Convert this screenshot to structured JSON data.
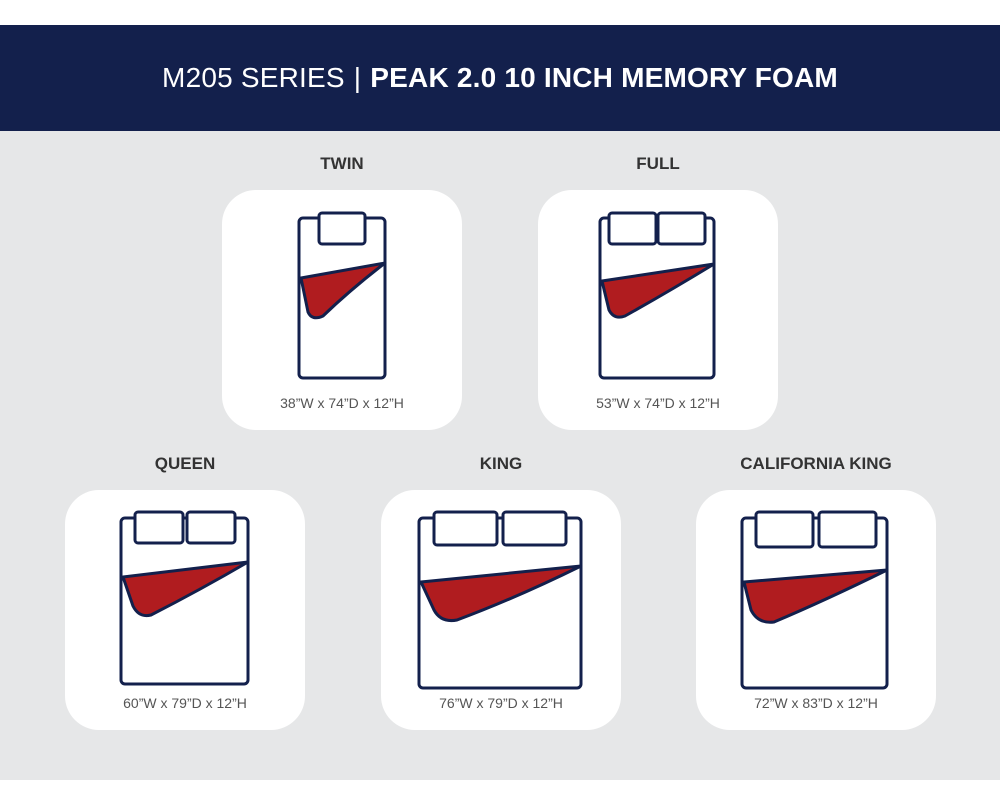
{
  "header": {
    "series": "M205 SERIES",
    "separator": "|",
    "model": "PEAK 2.0 10 INCH MEMORY FOAM"
  },
  "colors": {
    "banner": "#13204c",
    "outline": "#13204c",
    "blanket": "#b01c1f",
    "panel": "#e6e7e8"
  },
  "sizes": [
    {
      "name": "TWIN",
      "dimensions": "38”W x 74”D x 12”H",
      "pillows": 1
    },
    {
      "name": "FULL",
      "dimensions": "53”W x 74”D x 12”H",
      "pillows": 2
    },
    {
      "name": "QUEEN",
      "dimensions": "60”W x 79”D x 12”H",
      "pillows": 2
    },
    {
      "name": "KING",
      "dimensions": "76”W x 79”D x 12”H",
      "pillows": 2
    },
    {
      "name": "CALIFORNIA KING",
      "dimensions": "72”W x 83”D x 12”H",
      "pillows": 2
    }
  ]
}
